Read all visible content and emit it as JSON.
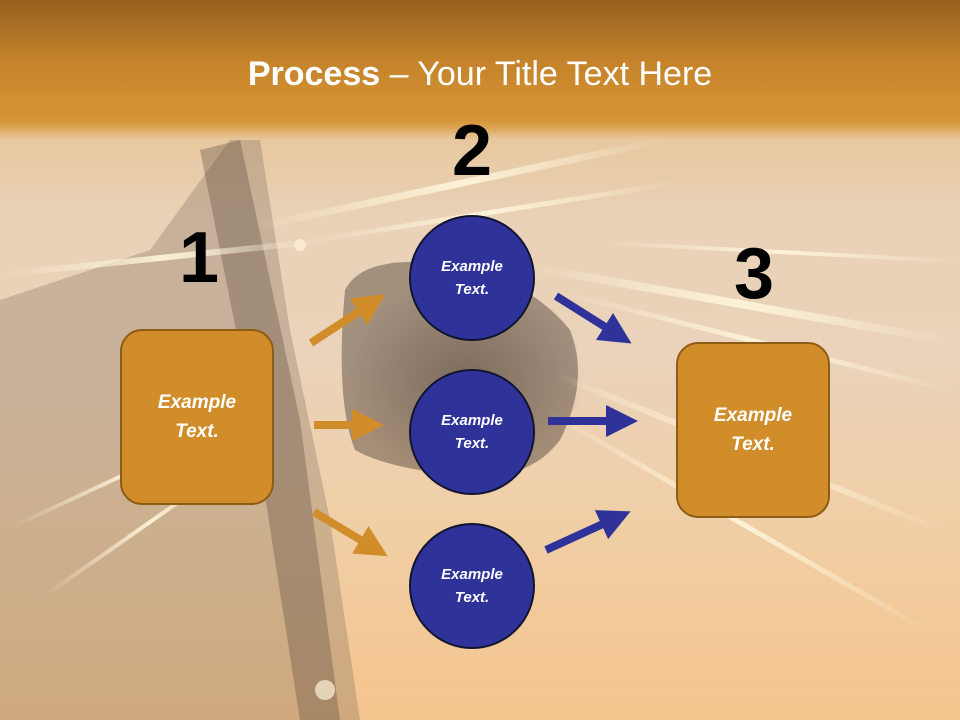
{
  "title": {
    "strong": "Process",
    "rest": " – Your Title Text Here"
  },
  "steps": {
    "step1": {
      "number": "1",
      "text_line1": "Example",
      "text_line2": "Text."
    },
    "step2": {
      "number": "2",
      "circles": [
        {
          "text_line1": "Example",
          "text_line2": "Text."
        },
        {
          "text_line1": "Example",
          "text_line2": "Text."
        },
        {
          "text_line1": "Example",
          "text_line2": "Text."
        }
      ]
    },
    "step3": {
      "number": "3",
      "text_line1": "Example",
      "text_line2": "Text."
    }
  },
  "colors": {
    "box_fill": "#d08d2a",
    "circle_fill": "#2f3399",
    "orange_arrow": "#d08d2a",
    "blue_arrow": "#2f3399"
  }
}
